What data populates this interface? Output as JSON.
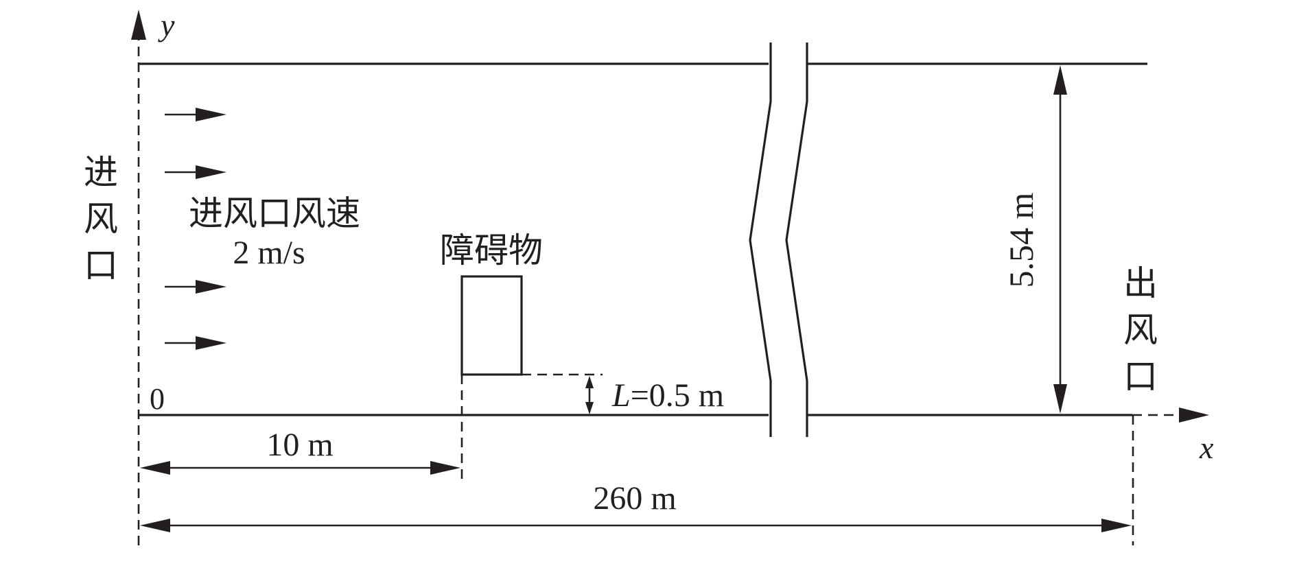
{
  "axes": {
    "x_label": "x",
    "y_label": "y",
    "origin_label": "0"
  },
  "labels": {
    "inlet": [
      "进",
      "风",
      "口"
    ],
    "outlet": [
      "出",
      "风",
      "口"
    ],
    "inlet_speed_title": "进风口风速",
    "inlet_speed_value": "2 m/s",
    "obstacle": "障碍物",
    "height": "5.54 m",
    "gap_L": "L",
    "gap_value": "=0.5 m",
    "dist_obstacle": "10 m",
    "dist_total": "260 m"
  },
  "colors": {
    "ink": "#231f20",
    "background": "#ffffff"
  }
}
